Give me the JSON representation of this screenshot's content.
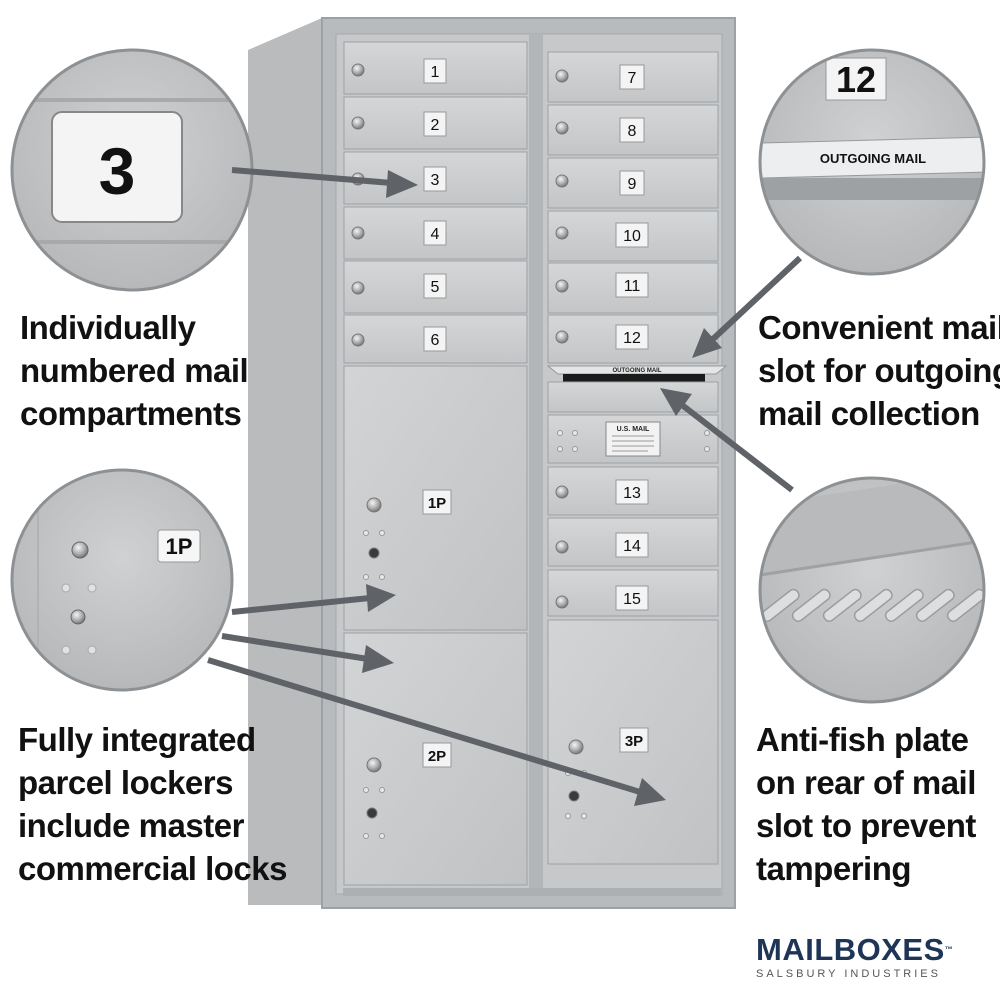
{
  "captions": {
    "numbered": [
      "Individually",
      "numbered mail",
      "compartments"
    ],
    "parcel": [
      "Fully integrated",
      "parcel lockers",
      "include master",
      "commercial locks"
    ],
    "slot": [
      "Convenient mail",
      "slot for outgoing",
      "mail collection"
    ],
    "antifish": [
      "Anti-fish plate",
      "on rear of mail",
      "slot to prevent",
      "tampering"
    ]
  },
  "mailbox": {
    "left_doors": [
      "1",
      "2",
      "3",
      "4",
      "5",
      "6"
    ],
    "right_doors": [
      "7",
      "8",
      "9",
      "10",
      "11",
      "12"
    ],
    "right_lower_doors": [
      "13",
      "14",
      "15"
    ],
    "parcel_lockers": [
      "1P",
      "2P",
      "3P"
    ],
    "outgoing_label": "OUTGOING MAIL",
    "usmail_label": "U.S. MAIL"
  },
  "callouts": {
    "number_tag": "3",
    "parcel_tag": "1P",
    "slot_number_tag": "12",
    "slot_label": "OUTGOING MAIL"
  },
  "logo": {
    "brand": "MAILBOXES",
    "trademark": "™",
    "subtitle": "SALSBURY INDUSTRIES"
  },
  "colors": {
    "aluminum": "#c9cbcd",
    "frame": "#b4b7ba",
    "arrow": "#5f6368",
    "callout_bg": "#c4c6c8",
    "brand": "#1f3556"
  }
}
